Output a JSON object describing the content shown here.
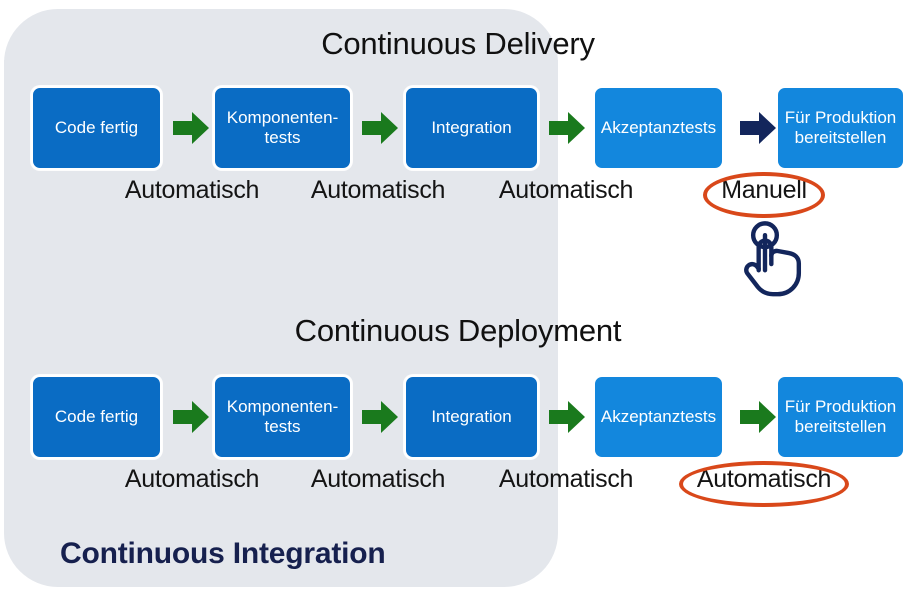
{
  "colors": {
    "panel_bg": "#e4e7ec",
    "box_dark_blue": "#0a6cc4",
    "box_light_blue": "#1387dd",
    "arrow_green": "#1a7a1d",
    "arrow_navy": "#13265c",
    "highlight_orange": "#d9481a",
    "ci_title_navy": "#16204e",
    "title_black": "#111111",
    "page_bg": "#ffffff"
  },
  "panel": {
    "label": "Continuous Integration"
  },
  "sections": [
    {
      "id": "continuous-delivery",
      "title": "Continuous Delivery",
      "steps": [
        {
          "label": "Code fertig",
          "tone": "dark"
        },
        {
          "label": "Komponenten-\ntests",
          "tone": "dark"
        },
        {
          "label": "Integration",
          "tone": "dark"
        },
        {
          "label": "Akzeptanztests",
          "tone": "light"
        },
        {
          "label": "Für Produktion\nbereitstellen",
          "tone": "light"
        }
      ],
      "connectors": [
        {
          "color": "green"
        },
        {
          "color": "green"
        },
        {
          "color": "green"
        },
        {
          "color": "navy"
        }
      ],
      "captions": [
        {
          "text": "Automatisch",
          "highlighted": false
        },
        {
          "text": "Automatisch",
          "highlighted": false
        },
        {
          "text": "Automatisch",
          "highlighted": false
        },
        {
          "text": "Manuell",
          "highlighted": true
        }
      ],
      "has_tap_icon": true
    },
    {
      "id": "continuous-deployment",
      "title": "Continuous Deployment",
      "steps": [
        {
          "label": "Code fertig",
          "tone": "dark"
        },
        {
          "label": "Komponenten-\ntests",
          "tone": "dark"
        },
        {
          "label": "Integration",
          "tone": "dark"
        },
        {
          "label": "Akzeptanztests",
          "tone": "light"
        },
        {
          "label": "Für Produktion\nbereitstellen",
          "tone": "light"
        }
      ],
      "connectors": [
        {
          "color": "green"
        },
        {
          "color": "green"
        },
        {
          "color": "green"
        },
        {
          "color": "green"
        }
      ],
      "captions": [
        {
          "text": "Automatisch",
          "highlighted": false
        },
        {
          "text": "Automatisch",
          "highlighted": false
        },
        {
          "text": "Automatisch",
          "highlighted": false
        },
        {
          "text": "Automatisch",
          "highlighted": true
        }
      ],
      "has_tap_icon": false
    }
  ],
  "icons": {
    "arrow": "right-block-arrow-icon",
    "tap": "tap-hand-icon"
  }
}
